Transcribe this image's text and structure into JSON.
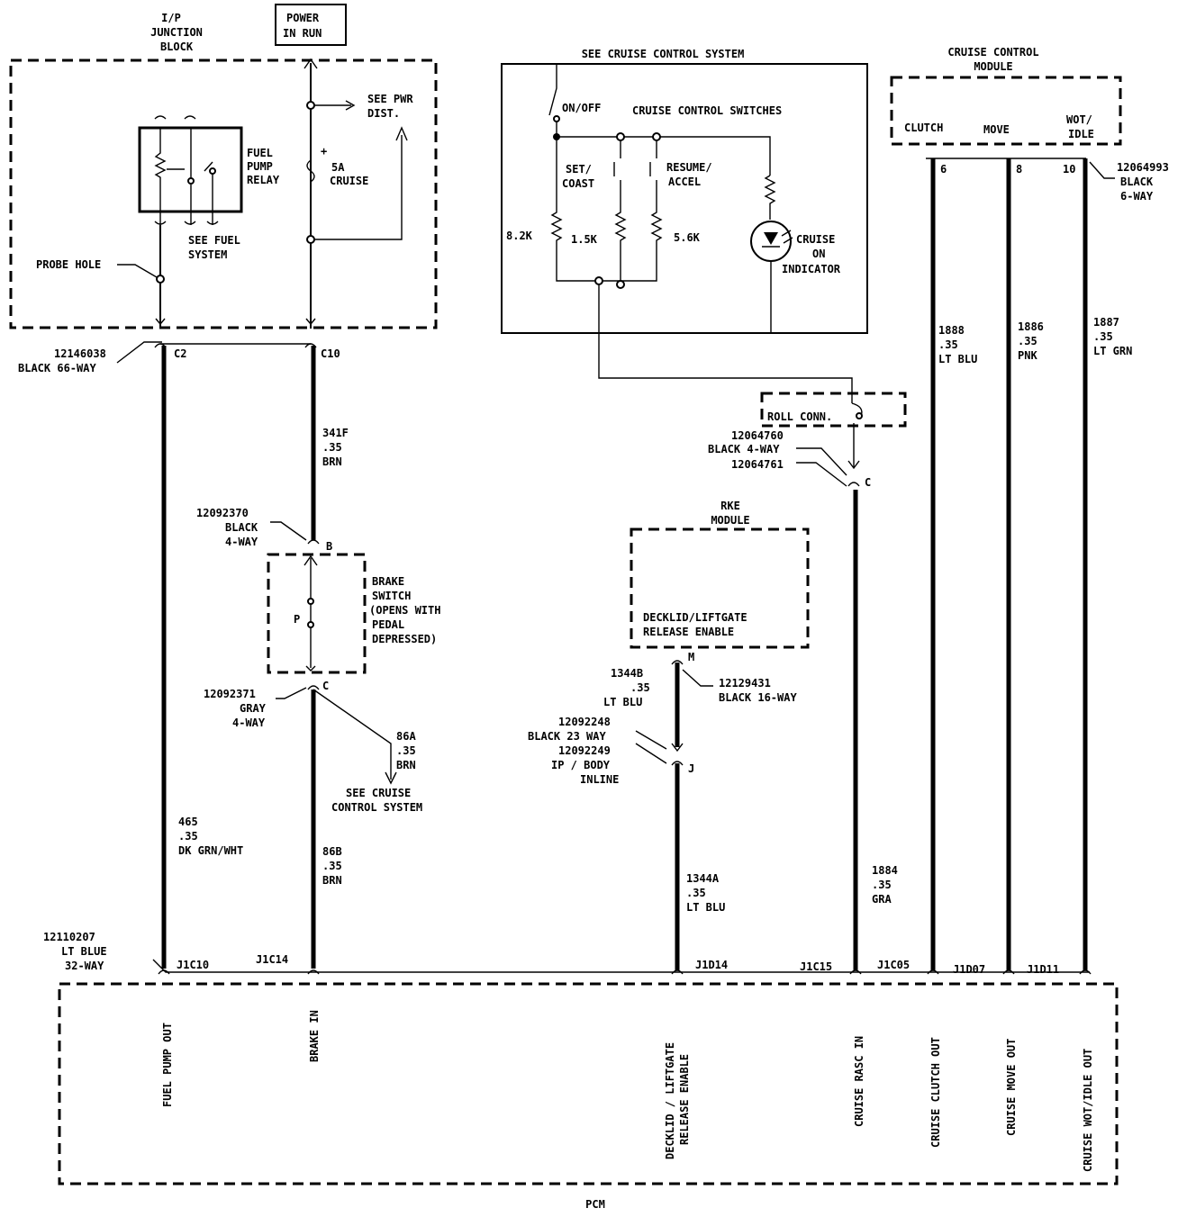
{
  "ip_junction_block": {
    "line1": "I/P",
    "line2": "JUNCTION",
    "line3": "BLOCK"
  },
  "power_in_run": {
    "line1": "POWER",
    "line2": "IN RUN"
  },
  "fuel_pump_relay": {
    "line1": "FUEL",
    "line2": "PUMP",
    "line3": "RELAY"
  },
  "see_pwr_dist": {
    "line1": "SEE PWR",
    "line2": "DIST."
  },
  "fuse": {
    "plus": "+",
    "rating": "5A",
    "name": "CRUISE"
  },
  "see_fuel_system": {
    "line1": "SEE FUEL",
    "line2": "SYSTEM"
  },
  "probe_hole": "PROBE HOLE",
  "connector_c2": {
    "part": "12146038",
    "desc": "BLACK 66-WAY",
    "pin": "C2"
  },
  "pin_c10": "C10",
  "cruise_system": {
    "title": "SEE CRUISE CONTROL SYSTEM",
    "switches_label": "CRUISE CONTROL SWITCHES",
    "on_off": "ON/OFF",
    "set_coast_1": "SET/",
    "set_coast_2": "COAST",
    "resume_accel_1": "RESUME/",
    "resume_accel_2": "ACCEL",
    "r1": "8.2K",
    "r2": "1.5K",
    "r3": "5.6K",
    "indicator_1": "CRUISE",
    "indicator_2": "ON",
    "indicator_3": "INDICATOR"
  },
  "cruise_module": {
    "title_1": "CRUISE CONTROL",
    "title_2": "MODULE",
    "clutch": "CLUTCH",
    "move": "MOVE",
    "wot_1": "WOT/",
    "wot_2": "IDLE",
    "pin_6": "6",
    "pin_8": "8",
    "pin_10": "10",
    "conn_part": "12064993",
    "conn_1": "BLACK",
    "conn_2": "6-WAY"
  },
  "wires": {
    "w1888": {
      "num": "1888",
      "size": ".35",
      "color": "LT BLU"
    },
    "w1886": {
      "num": "1886",
      "size": ".35",
      "color": "PNK"
    },
    "w1887": {
      "num": "1887",
      "size": ".35",
      "color": "LT GRN"
    },
    "w341f": {
      "num": "341F",
      "size": ".35",
      "color": "BRN"
    },
    "w86a": {
      "num": "86A",
      "size": ".35",
      "color": "BRN"
    },
    "w465": {
      "num": "465",
      "size": ".35",
      "color": "DK GRN/WHT"
    },
    "w86b": {
      "num": "86B",
      "size": ".35",
      "color": "BRN"
    },
    "w1344b": {
      "num": "1344B",
      "size": ".35",
      "color": "LT BLU"
    },
    "w1344a": {
      "num": "1344A",
      "size": ".35",
      "color": "LT BLU"
    },
    "w1884": {
      "num": "1884",
      "size": ".35",
      "color": "GRA"
    }
  },
  "roll_conn": {
    "label": "ROLL CONN.",
    "part_1": "12064760",
    "desc": "BLACK 4-WAY",
    "part_2": "12064761",
    "pin": "C"
  },
  "brake_conn_b": {
    "part": "12092370",
    "line1": "BLACK",
    "line2": "4-WAY",
    "pin": "B"
  },
  "brake_switch": {
    "line1": "BRAKE",
    "line2": "SWITCH",
    "line3": "(OPENS WITH",
    "line4": "PEDAL",
    "line5": "DEPRESSED)",
    "p": "P"
  },
  "brake_conn_c": {
    "part": "12092371",
    "line1": "GRAY",
    "line2": "4-WAY",
    "pin": "C"
  },
  "see_cruise_control": {
    "line1": "SEE CRUISE",
    "line2": "CONTROL SYSTEM"
  },
  "rke_module": {
    "title_1": "RKE",
    "title_2": "MODULE",
    "line1": "DECKLID/LIFTGATE",
    "line2": "RELEASE ENABLE"
  },
  "rke_conn_m": {
    "part": "12129431",
    "desc": "BLACK 16-WAY",
    "pin": "M"
  },
  "inline_conn": {
    "part_1": "12092248",
    "desc": "BLACK 23 WAY",
    "part_2": "12092249",
    "line1": "IP / BODY",
    "line2": "INLINE",
    "pin": "J"
  },
  "pcm_conn": {
    "part": "12110207",
    "line1": "LT BLUE",
    "line2": "32-WAY"
  },
  "pcm_pins": {
    "j1c10": "J1C10",
    "j1c14": "J1C14",
    "j1d14": "J1D14",
    "j1c15": "J1C15",
    "j1c05": "J1C05",
    "j1d07": "J1D07",
    "j1d11": "J1D11"
  },
  "pcm_signals": {
    "fuel_pump_out": "FUEL PUMP OUT",
    "brake_in": "BRAKE IN",
    "decklid_1": "DECKLID / LIFTGATE",
    "decklid_2": "RELEASE ENABLE",
    "cruise_rasc_in": "CRUISE RASC IN",
    "clutch_out": "CRUISE CLUTCH OUT",
    "move_out": "CRUISE MOVE OUT",
    "wot_out": "CRUISE WOT/IDLE OUT"
  },
  "pcm_label": "PCM"
}
